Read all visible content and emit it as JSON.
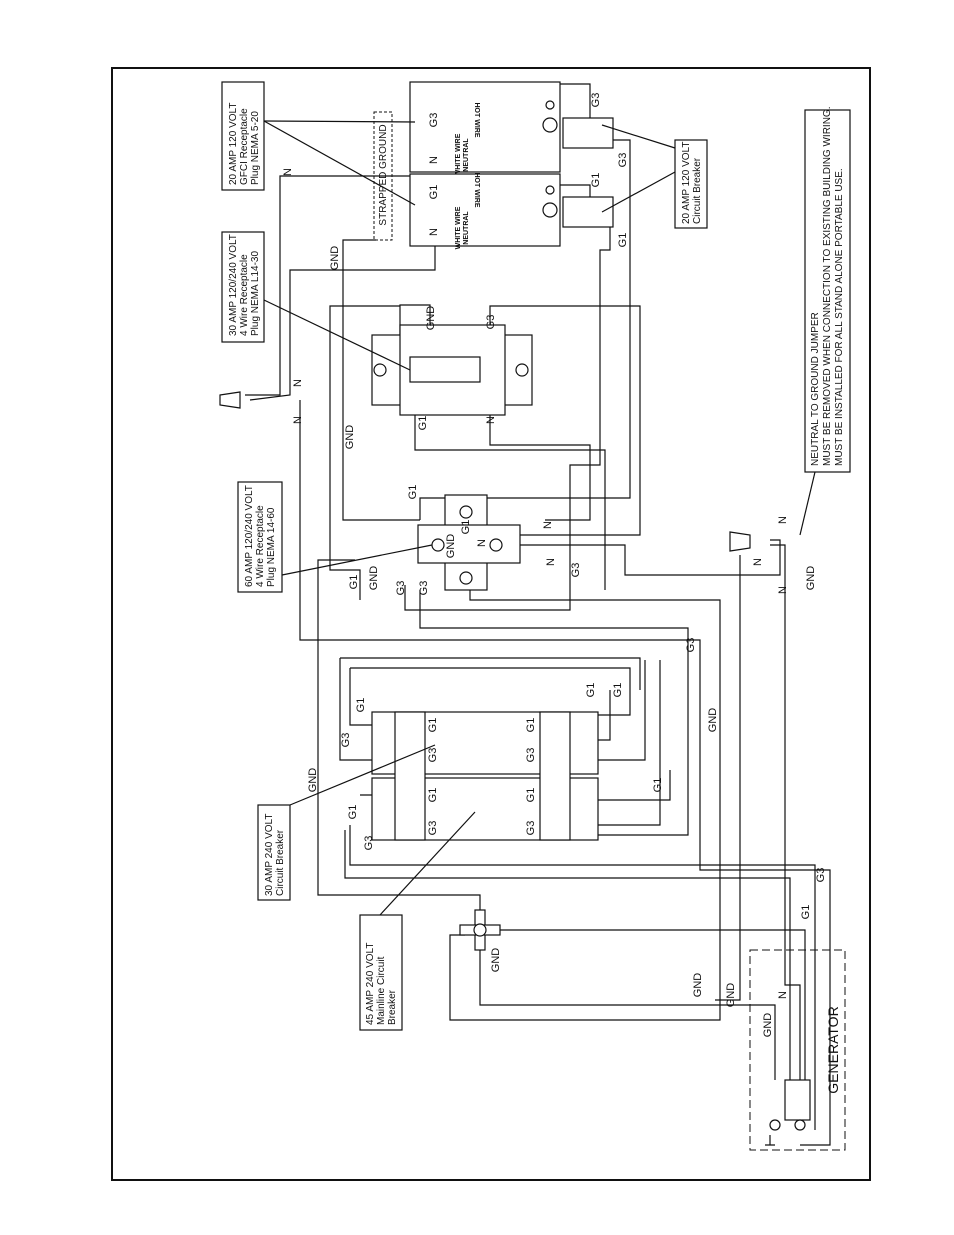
{
  "callouts": {
    "gfci": [
      "20 AMP 120 VOLT",
      "GFCI Receptacle",
      "Plug NEMA 5-20"
    ],
    "l1430": [
      "30 AMP 120/240 VOLT",
      "4 Wire Receptacle",
      "Plug NEMA L14-30"
    ],
    "r1460": [
      "60 AMP 120/240 VOLT",
      "4 Wire Receptacle",
      "Plug NEMA 14-60"
    ],
    "cb240": [
      "30 AMP 240 VOLT",
      "Circuit Breaker"
    ],
    "main": [
      "45 AMP 240 VOLT",
      "Mainline Circuit",
      "Breaker"
    ],
    "cb120": [
      "20 AMP 120 VOLT",
      "Circuit Breaker"
    ],
    "jumper": [
      "NEUTRAL TO GROUND JUMPER",
      "MUST BE REMOVED WHEN CONNECTION TO EXISTING BUILDING WIRING.",
      "MUST BE INSTALLED FOR ALL STAND ALONE PORTABLE USE."
    ]
  },
  "component_text": {
    "hot_wire": "HOT WIRE",
    "white_wire": "WHITE WIRE",
    "neutral": "NEUTRAL",
    "strapped_ground": "STRAPPED GROUND",
    "generator": "GENERATOR"
  },
  "wire_labels": [
    "N",
    "GND",
    "N",
    "N",
    "G1",
    "GND",
    "N",
    "G1",
    "G1",
    "GND",
    "G3",
    "G3",
    "N",
    "N",
    "G3",
    "G3",
    "G1",
    "G1",
    "GND",
    "G1",
    "G3",
    "GND",
    "G1",
    "G3",
    "G1",
    "N",
    "N",
    "N",
    "GND",
    "G3",
    "G1",
    "GND",
    "GND",
    "N",
    "GND",
    "GND",
    "G3",
    "G3",
    "G1",
    "G1",
    "GND",
    "G3",
    "G3",
    "N",
    "G1",
    "N",
    "G1",
    "G3",
    "G1",
    "G3",
    "G1",
    "G3",
    "G1",
    "G3",
    "G1",
    "GND",
    "N"
  ]
}
